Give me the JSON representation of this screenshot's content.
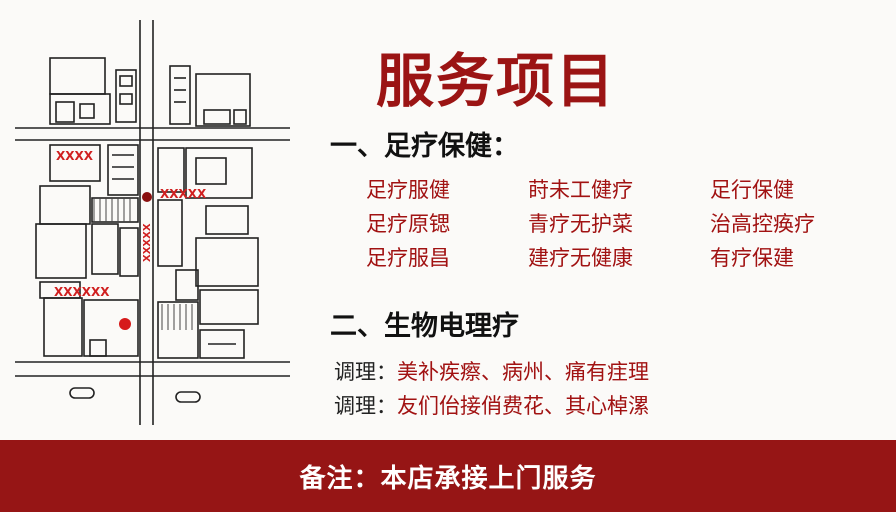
{
  "title": "服务项目",
  "section1": {
    "heading": "一、足疗保健：",
    "items": [
      "足疗服健",
      "莳未工健疗",
      "足行保健",
      "足疗原锶",
      "青疗无护菜",
      "治高控痪疗",
      "足疗服昌",
      "建疗无健康",
      "有疗保建"
    ]
  },
  "section2": {
    "heading": "二、生物电理疗",
    "lines": [
      {
        "label": "调理：",
        "text": "美补疾瘵、病州、痛有疰理"
      },
      {
        "label": "调理：",
        "text": "友们佁接俏费花、其心棹漯"
      }
    ]
  },
  "map": {
    "labels": [
      "XXXX",
      "XXXXX",
      "XXXXXX",
      "XXXXX"
    ]
  },
  "footer": {
    "text": "备注：本店承接上门服务"
  },
  "colors": {
    "accent": "#961515",
    "text_red": "#a11212"
  }
}
